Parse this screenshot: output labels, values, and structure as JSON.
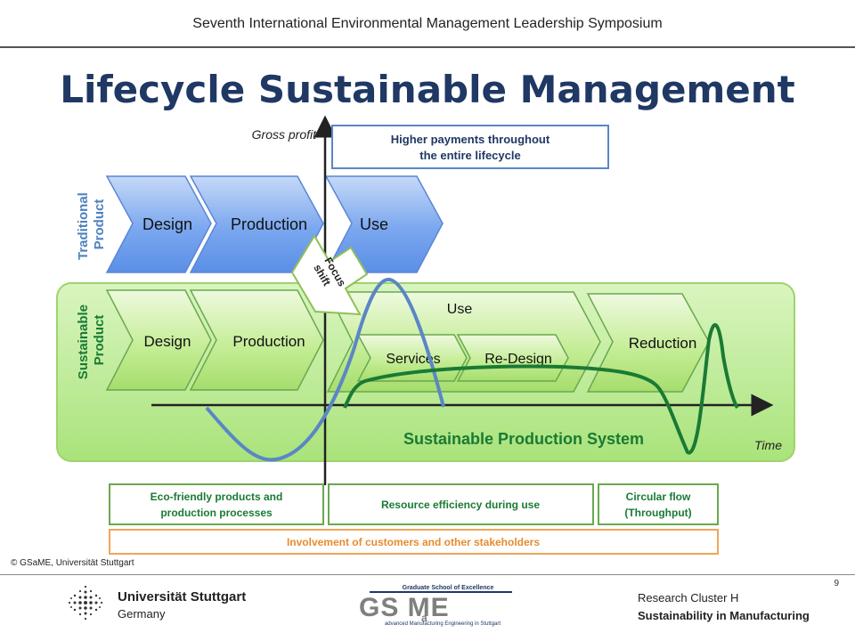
{
  "header": {
    "symposium": "Seventh International Environmental Management Leadership Symposium",
    "title": "Lifecycle Sustainable Management"
  },
  "diagram": {
    "y_axis_label": "Gross profit",
    "x_axis_label": "Time",
    "top_note": [
      "Higher payments throughout",
      "the entire lifecycle"
    ],
    "traditional": {
      "label": [
        "Traditional",
        "Product"
      ],
      "stages": [
        "Design",
        "Production",
        "Use"
      ]
    },
    "focus_shift": [
      "Focus",
      "shift"
    ],
    "sustainable": {
      "label": [
        "Sustainable",
        "Product"
      ],
      "stages": [
        "Design",
        "Production",
        "Use",
        "Reduction"
      ],
      "use_substages": [
        "Services",
        "Re-Design"
      ],
      "system_label": "Sustainable Production System"
    },
    "bottom_boxes": [
      [
        "Eco-friendly products and",
        "production processes"
      ],
      [
        "Resource efficiency during use"
      ],
      [
        "Circular flow",
        "(Throughput)"
      ]
    ],
    "involvement": "Involvement of customers and other stakeholders",
    "colors": {
      "traditional_curve": "#5b86c5",
      "sustainable_curve": "#1a7a34",
      "blue_chevron": "#5b8fe6",
      "green_chevron": "#a6dd6c",
      "green_panel": "#b4e98a",
      "green_border": "#6aa84f",
      "orange_border": "#f0a55a",
      "navy_text": "#1f3864"
    }
  },
  "footer": {
    "copyright": "© GSaME, Universität Stuttgart",
    "page": "9",
    "university": "Universität Stuttgart",
    "country": "Germany",
    "gsame": {
      "top": "Graduate School of Excellence",
      "logo": "GS ME",
      "subscript": "a",
      "tagline": "advanced Manufacturing Engineering in Stuttgart"
    },
    "cluster": "Research Cluster H",
    "cluster_topic": "Sustainability in Manufacturing"
  }
}
